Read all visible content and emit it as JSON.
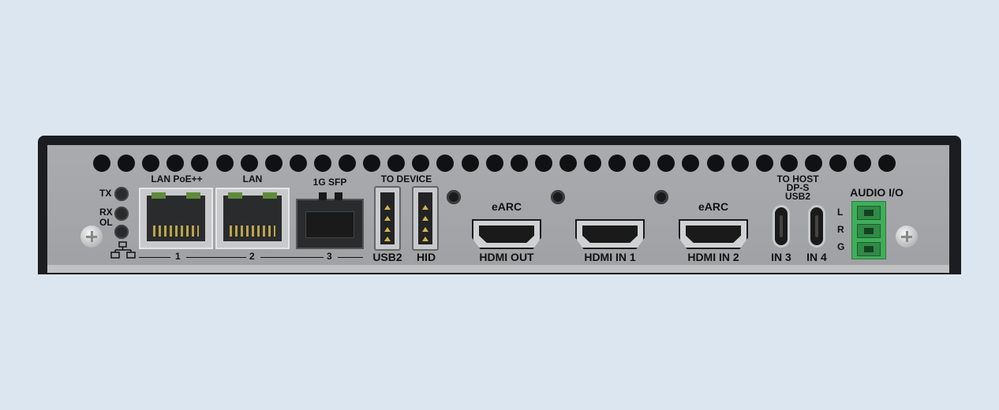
{
  "port_labels": {
    "lan_poe": "LAN PoE++",
    "lan": "LAN",
    "sfp": "1G SFP",
    "to_device": "TO DEVICE",
    "to_host": "TO HOST",
    "dp_s": "DP-S",
    "usb2_header": "USB2",
    "audio_io": "AUDIO I/O",
    "earc_1": "eARC",
    "earc_2": "eARC"
  },
  "leds": {
    "tx": "TX",
    "rx": "RX",
    "ol": "OL"
  },
  "port_numbers": [
    "1",
    "2",
    "3"
  ],
  "bottom_labels": {
    "usb2": "USB2",
    "hid": "HID",
    "hdmi_out": "HDMI OUT",
    "hdmi_in1": "HDMI IN 1",
    "hdmi_in2": "HDMI IN 2",
    "in3": "IN 3",
    "in4": "IN 4"
  },
  "audio_pins": [
    "L",
    "R",
    "G"
  ],
  "colors": {
    "background": "#dce6f0",
    "panel": "#a9abae",
    "terminal": "#3fae5a"
  }
}
